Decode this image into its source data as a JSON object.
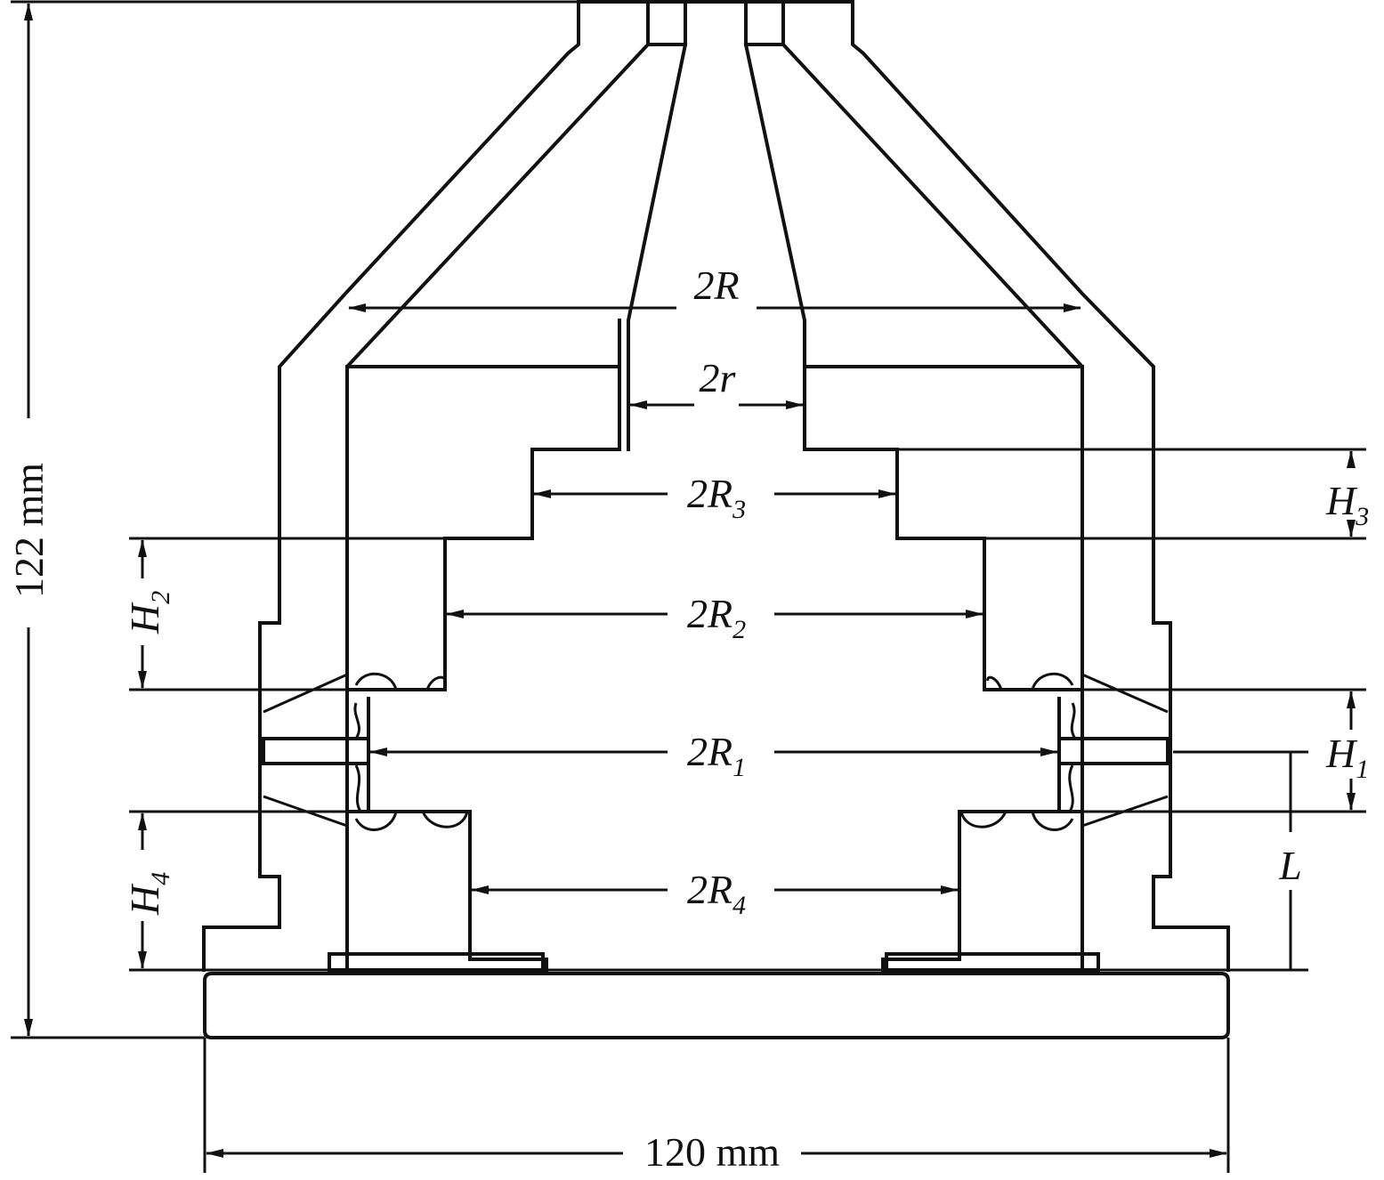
{
  "diagram": {
    "labels": {
      "two_R": "2R",
      "two_r": "2r",
      "two_R3": "2R",
      "two_R3_sub": "3",
      "two_R2": "2R",
      "two_R2_sub": "2",
      "two_R1": "2R",
      "two_R1_sub": "1",
      "two_R4": "2R",
      "two_R4_sub": "4",
      "H3": "H",
      "H3_sub": "3",
      "H2": "H",
      "H2_sub": "2",
      "H1": "H",
      "H1_sub": "1",
      "H4": "H",
      "H4_sub": "4",
      "L": "L",
      "height_dim": "122 mm",
      "width_dim": "120 mm"
    }
  }
}
